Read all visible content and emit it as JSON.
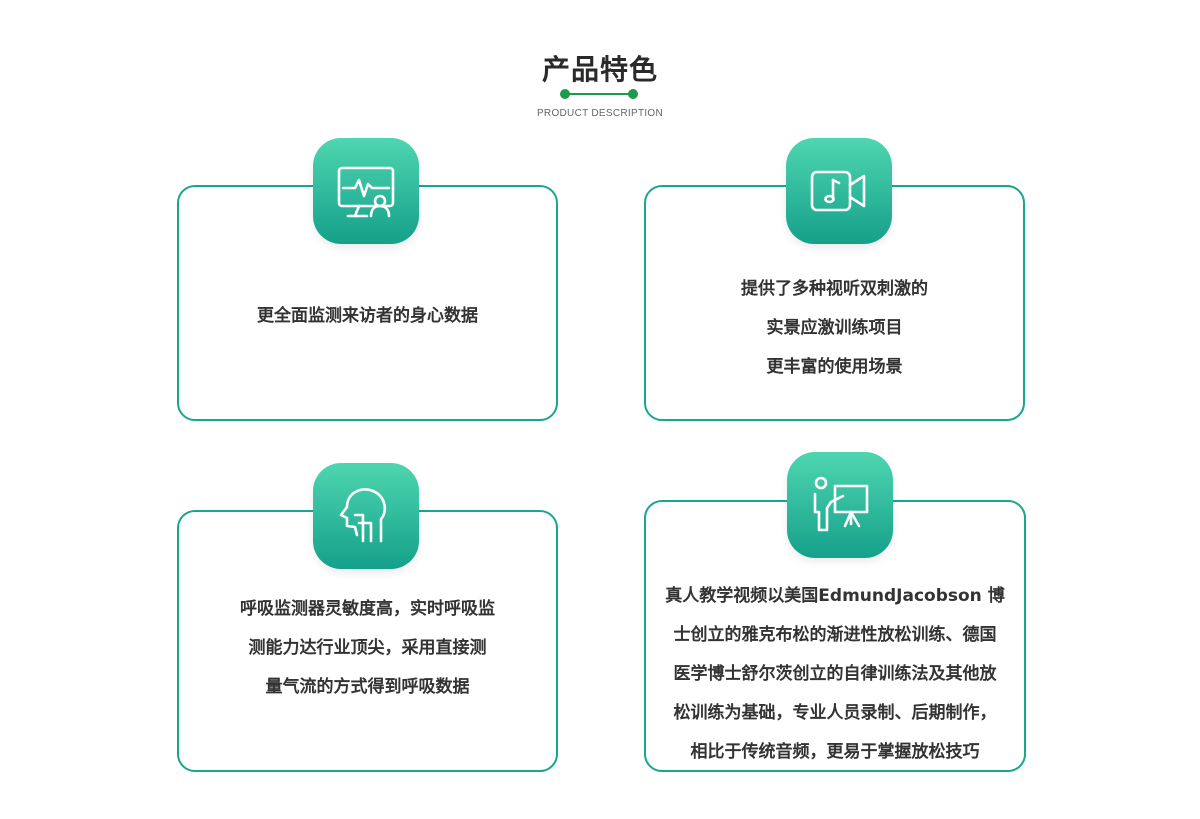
{
  "theme": {
    "accent": "#1aa58f",
    "grad_top": "#4fd6b0",
    "grad_bottom": "#14a08a",
    "divider_color": "#1e9b4a"
  },
  "header": {
    "title": "产品特色",
    "subtitle": "PRODUCT DESCRIPTION"
  },
  "cards": [
    {
      "icon": "monitor-pulse-icon",
      "lines": [
        "更全面监测来访者的身心数据"
      ]
    },
    {
      "icon": "video-camera-music-icon",
      "lines": [
        "提供了多种视听双刺激的",
        "实景应激训练项目",
        "更丰富的使用场景"
      ]
    },
    {
      "icon": "head-profile-breath-icon",
      "lines": [
        "呼吸监测器灵敏度高，实时呼吸监",
        "测能力达行业顶尖，采用直接测",
        "量气流的方式得到呼吸数据"
      ]
    },
    {
      "icon": "teacher-presentation-icon",
      "lines": [
        "真人教学视频以美国EdmundJacobson 博",
        "士创立的雅克布松的渐进性放松训练、德国",
        "医学博士舒尔茨创立的自律训练法及其他放",
        "松训练为基础，专业人员录制、后期制作，",
        "相比于传统音频，更易于掌握放松技巧"
      ]
    }
  ]
}
